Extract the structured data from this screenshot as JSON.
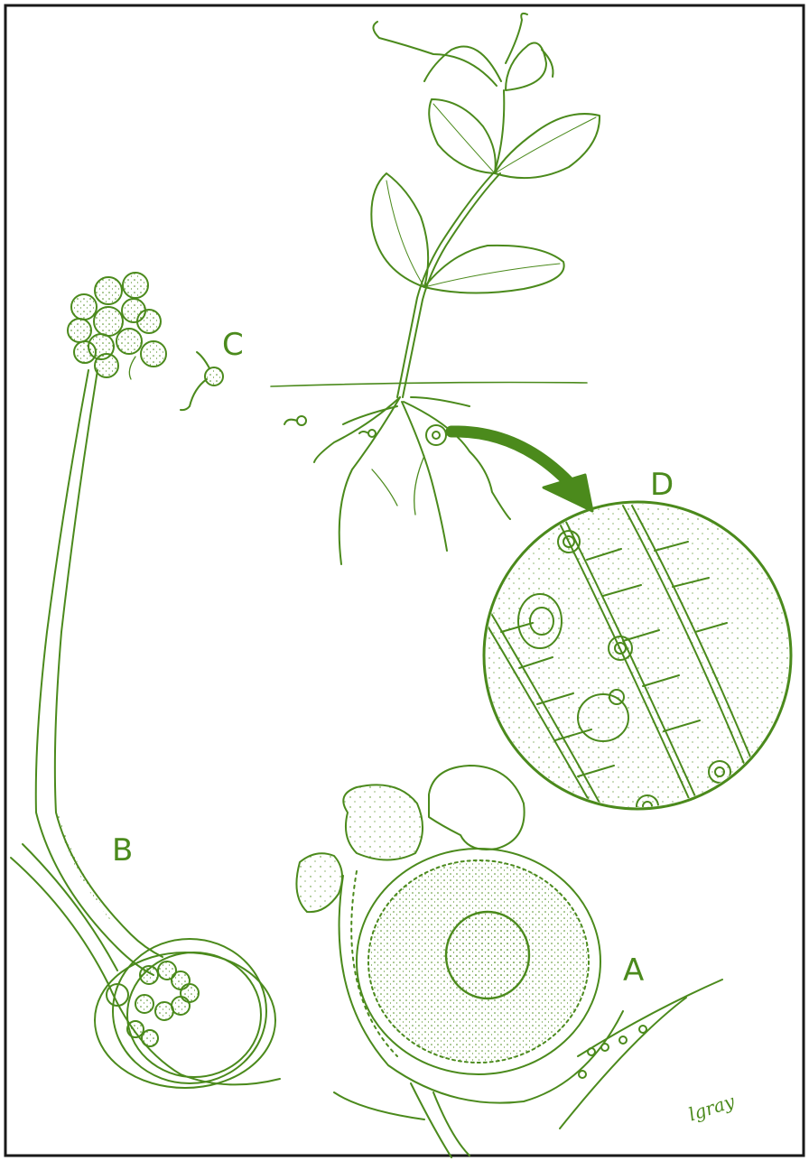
{
  "labels": {
    "a": "A",
    "b": "B",
    "c": "C",
    "d": "D"
  },
  "signature": "lgray",
  "colors": {
    "ink": "#4b8a1c",
    "background": "#ffffff",
    "border": "#1a1a1a"
  }
}
